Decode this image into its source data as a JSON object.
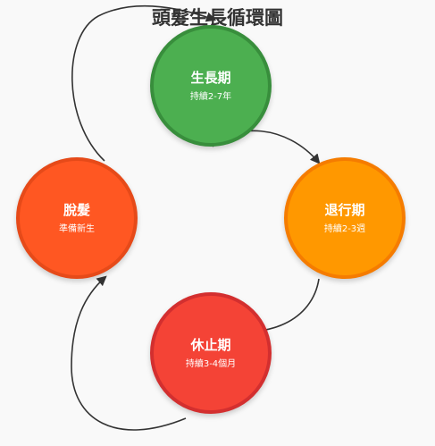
{
  "title": "頭髮生長循環圖",
  "phases": [
    {
      "name": "生長期",
      "duration": "持續2-7年",
      "color": "#4caf50"
    },
    {
      "name": "退行期",
      "duration": "持續2-3週",
      "color": "#ff9800"
    },
    {
      "name": "休止期",
      "duration": "持續3-4個月",
      "color": "#f44336"
    },
    {
      "name": "脫髮",
      "duration": "準備新生",
      "color": "#ff5722"
    }
  ],
  "arrow_color": "#333333"
}
